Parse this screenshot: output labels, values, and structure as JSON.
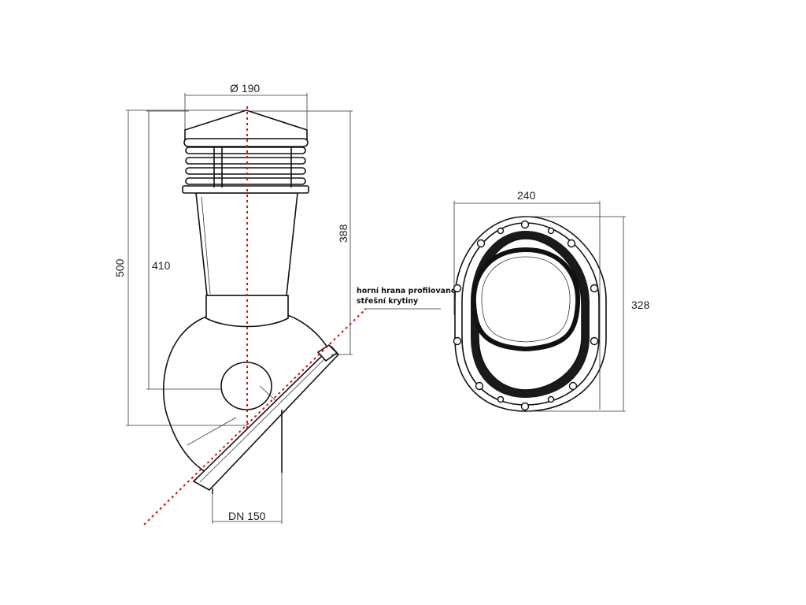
{
  "dimensions": {
    "cap_diameter": "Ø 190",
    "total_height": "500",
    "height_to_sphere": "410",
    "height_to_roof_edge": "388",
    "pipe_dn": "DN 150",
    "flange_width": "240",
    "flange_height": "328"
  },
  "annotation": {
    "line1": "horní hrana profilované",
    "line2": "střešní krytiny"
  },
  "colors": {
    "outline": "#111111",
    "centerline": "#d01818",
    "dimension": "#333333"
  }
}
